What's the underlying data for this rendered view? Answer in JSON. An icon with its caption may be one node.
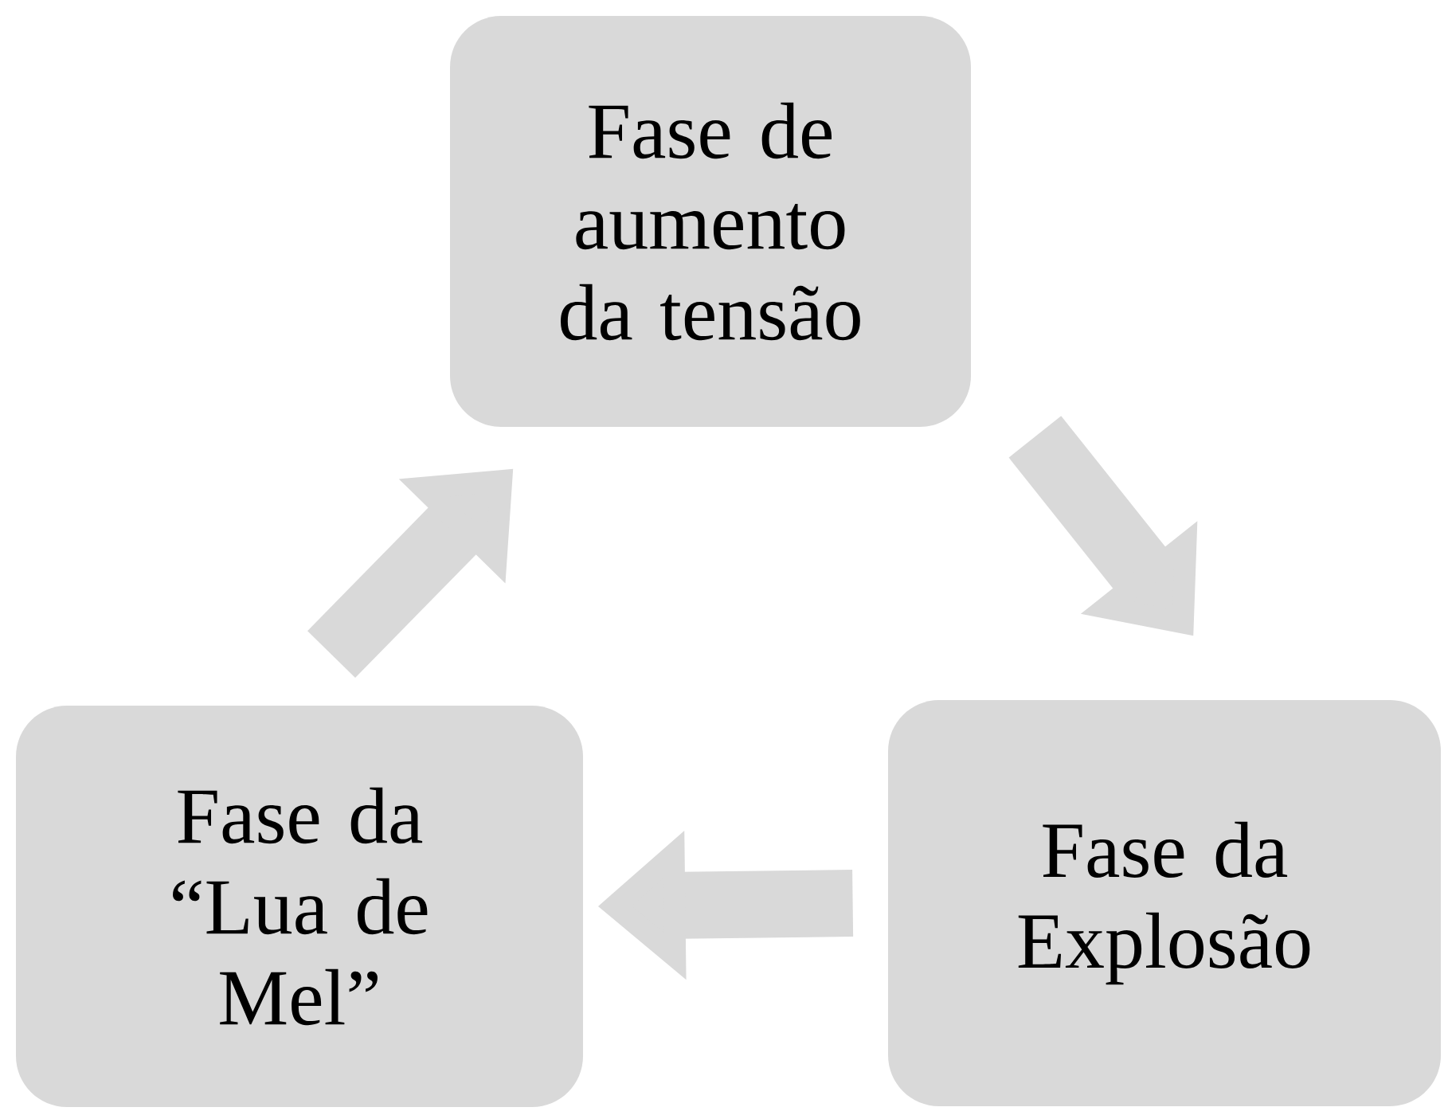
{
  "diagram": {
    "nodes": [
      {
        "text": [
          "Fase de aumento da tensão"
        ]
      },
      {
        "text": [
          "Fase da Explosão"
        ]
      },
      {
        "text": [
          "Fase da “Lua de Mel”"
        ]
      }
    ],
    "edges": [
      {
        "from": 0,
        "to": 1,
        "arrow": "to"
      },
      {
        "from": 1,
        "to": 2,
        "arrow": "to"
      },
      {
        "from": 2,
        "to": 0,
        "arrow": "to"
      }
    ]
  }
}
